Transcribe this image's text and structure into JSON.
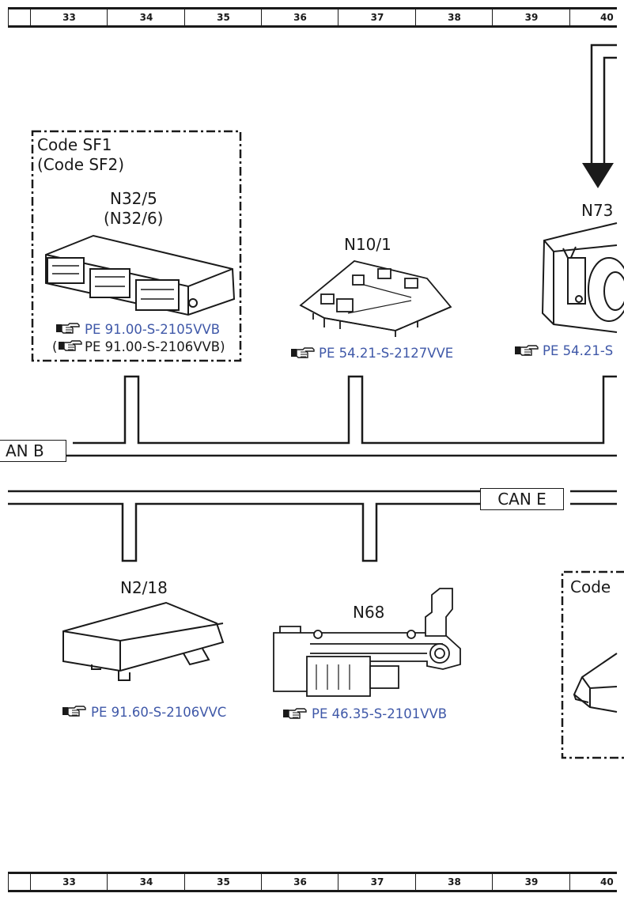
{
  "grid": {
    "columns": [
      "33",
      "34",
      "35",
      "36",
      "37",
      "38",
      "39",
      "40"
    ]
  },
  "buses": {
    "can_b": "AN B",
    "can_e": "CAN E"
  },
  "components": {
    "n32_5": {
      "code_line1": "Code SF1",
      "code_line2": "(Code SF2)",
      "label": "N32/5",
      "alt_label": "(N32/6)",
      "ref1": "PE 91.00-S-2105VVB",
      "ref2_prefix": "(",
      "ref2": "PE 91.00-S-2106VVB)"
    },
    "n10_1": {
      "label": "N10/1",
      "ref": "PE 54.21-S-2127VVE"
    },
    "n73": {
      "label": "N73",
      "ref": "PE 54.21-S"
    },
    "n2_18": {
      "label": "N2/18",
      "ref": "PE 91.60-S-2106VVC"
    },
    "n68": {
      "label": "N68",
      "ref": "PE 46.35-S-2101VVB"
    },
    "code_right": {
      "code": "Code"
    }
  },
  "icons": [
    "pointing-hand-icon",
    "down-arrow-icon"
  ]
}
